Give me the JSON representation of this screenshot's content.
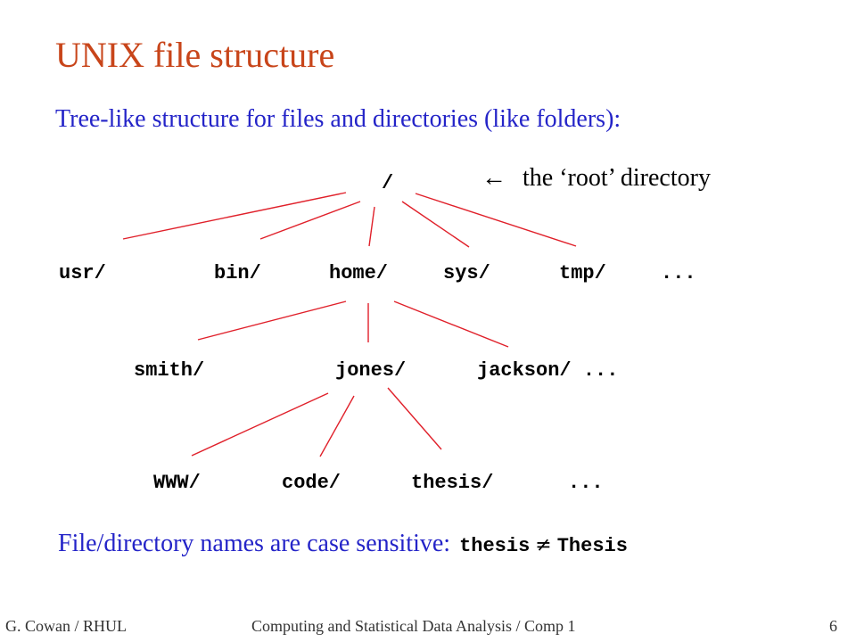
{
  "title": "UNIX file structure",
  "subtitle": "Tree-like structure for files and directories (like folders):",
  "root": {
    "label": "/",
    "arrow": "←",
    "annotation": "the ‘root’ directory"
  },
  "level1": [
    "usr/",
    "bin/",
    "home/",
    "sys/",
    "tmp/",
    "..."
  ],
  "level2": [
    "smith/",
    "jones/",
    "jackson/ ..."
  ],
  "level3": [
    "WWW/",
    "code/",
    "thesis/",
    "..."
  ],
  "case_note": {
    "text": "File/directory names are case sensitive:",
    "left_name": "thesis",
    "symbol": "≠",
    "right_name": "Thesis"
  },
  "footer": {
    "author": "G. Cowan / RHUL",
    "course": "Computing and Statistical Data Analysis / Comp 1",
    "page": "6"
  },
  "colors": {
    "title": "#c8451a",
    "text_blue": "#2424c8",
    "tree_lines": "#e0202a"
  }
}
